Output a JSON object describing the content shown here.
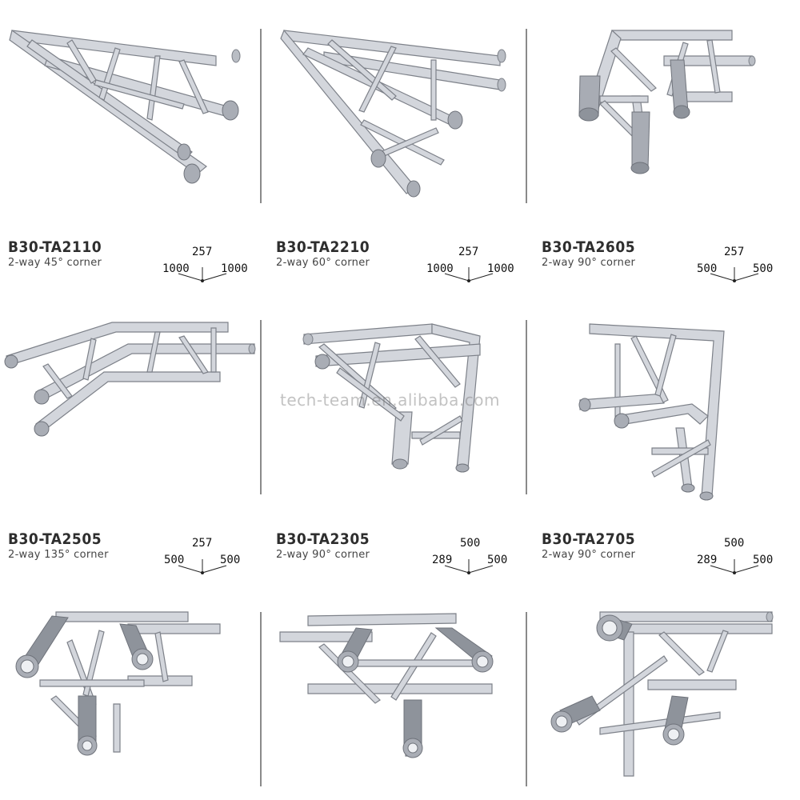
{
  "products": [
    {
      "code": "B30-TA2110",
      "description": "2-way 45° corner",
      "dims": {
        "top": "257",
        "left": "1000",
        "right": "1000"
      }
    },
    {
      "code": "B30-TA2210",
      "description": "2-way 60° corner",
      "dims": {
        "top": "257",
        "left": "1000",
        "right": "1000"
      }
    },
    {
      "code": "B30-TA2605",
      "description": "2-way 90° corner",
      "dims": {
        "top": "257",
        "left": "500",
        "right": "500"
      }
    },
    {
      "code": "B30-TA2505",
      "description": "2-way 135° corner",
      "dims": {
        "top": "257",
        "left": "500",
        "right": "500"
      }
    },
    {
      "code": "B30-TA2305",
      "description": "2-way 90° corner",
      "dims": {
        "top": "500",
        "left": "289",
        "right": "500"
      }
    },
    {
      "code": "B30-TA2705",
      "description": "2-way 90° corner",
      "dims": {
        "top": "500",
        "left": "289",
        "right": "500"
      }
    }
  ],
  "watermark": "tech-team.en.alibaba.com",
  "colors": {
    "tube": "#d3d6dc",
    "tube_edge": "#7d8189",
    "tube_dark": "#8e939b",
    "text": "#2e2e2e"
  }
}
